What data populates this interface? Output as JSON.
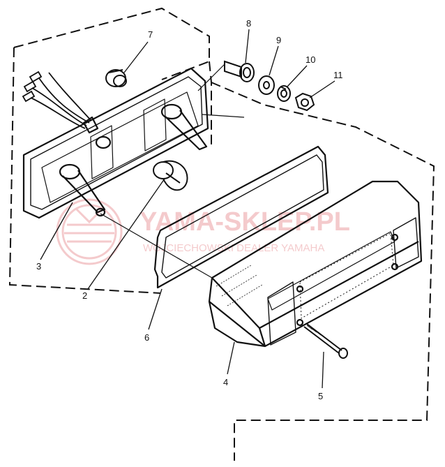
{
  "diagram": {
    "callouts": [
      {
        "id": "c1",
        "label": "7"
      },
      {
        "id": "c2",
        "label": "8"
      },
      {
        "id": "c3",
        "label": "9"
      },
      {
        "id": "c4",
        "label": "10"
      },
      {
        "id": "c5",
        "label": "11"
      },
      {
        "id": "c6",
        "label": "3"
      },
      {
        "id": "c7",
        "label": "2"
      },
      {
        "id": "c8",
        "label": "6"
      },
      {
        "id": "c9",
        "label": "4"
      },
      {
        "id": "c10",
        "label": "5"
      }
    ]
  },
  "watermark": {
    "title": "YAMA-SKLEP.PL",
    "subtitle": "WOJCIECHOWSKI DEALER YAMAHA"
  },
  "colors": {
    "line": "#111111",
    "watermark": "#e06a70",
    "background": "#ffffff"
  }
}
